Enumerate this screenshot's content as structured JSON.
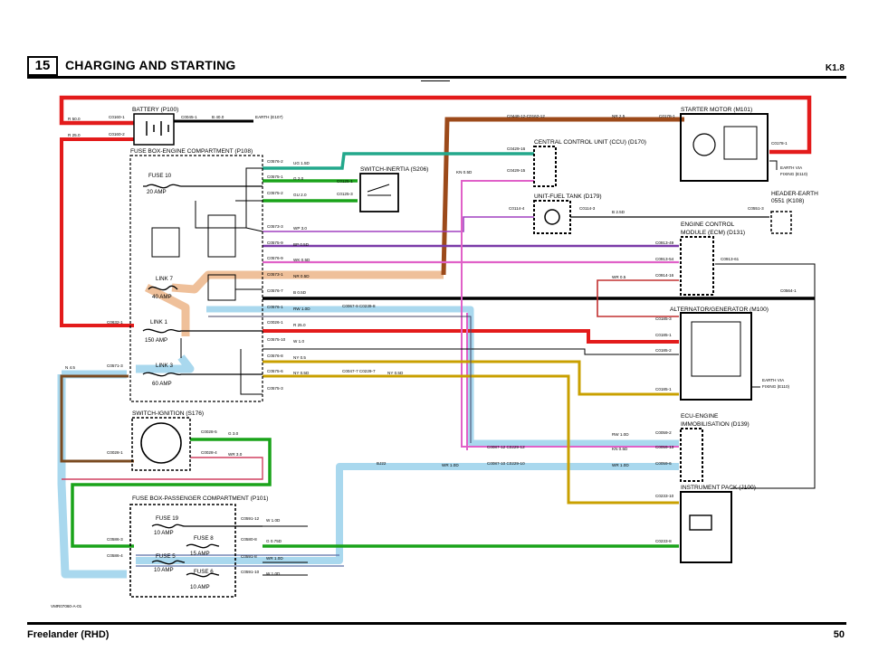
{
  "header": {
    "section_number": "15",
    "title": "CHARGING AND STARTING",
    "page_code": "K1.8"
  },
  "footer": {
    "model": "Freelander (RHD)",
    "page_number": "50"
  },
  "drawing_code": "VMR07060-A-01",
  "colors": {
    "red": "#e31b1b",
    "brown": "#9c4a1a",
    "green": "#1aa31a",
    "teal": "#23a88c",
    "purple": "#a040c0",
    "pink": "#e060c8",
    "orange_hl": "#efc09a",
    "blue_hl": "#a9d8ee",
    "yellow": "#e6b800",
    "black": "#000000"
  },
  "components": {
    "battery": "BATTERY (P100)",
    "fusebox_engine": "FUSE BOX-ENGINE COMPARTMENT (P108)",
    "switch_inertia": "SWITCH-INERTIA (S206)",
    "ccu": "CENTRAL CONTROL UNIT (CCU) (D170)",
    "fuel_tank": "UNIT-FUEL TANK (D179)",
    "starter": "STARTER MOTOR (M101)",
    "header_earth_1": "HEADER-EARTH",
    "header_earth_2": "0551 (K108)",
    "ecm_1": "ENGINE CONTROL",
    "ecm_2": "MODULE (ECM) (D131)",
    "alternator": "ALTERNATOR/GENERATOR (M100)",
    "switch_ignition": "SWITCH-IGNITION (S176)",
    "ecu_immob_1": "ECU-ENGINE",
    "ecu_immob_2": "IMMOBILISATION (D139)",
    "instrument": "INSTRUMENT PACK (J100)",
    "fusebox_passenger": "FUSE BOX-PASSENGER COMPARTMENT (P101)"
  },
  "fuses": {
    "fuse10": "FUSE 10",
    "fuse10_amp": "20 AMP",
    "link7": "LINK 7",
    "link7_amp": "40 AMP",
    "link1": "LINK 1",
    "link1_amp": "150 AMP",
    "link3": "LINK 3",
    "link3_amp": "60 AMP",
    "fuse19": "FUSE 19",
    "fuse19_amp": "10 AMP",
    "fuse8": "FUSE 8",
    "fuse8_amp": "15 AMP",
    "fuse5": "FUSE 5",
    "fuse5_amp": "10 AMP",
    "fuse6": "FUSE 6",
    "fuse6_amp": "10 AMP"
  },
  "earth_labels": {
    "earth_e107": "EARTH (E107)",
    "starter_earth_1": "EARTH VIA",
    "starter_earth_2": "FIXING (E110)",
    "alt_earth_1": "EARTH VIA",
    "alt_earth_2": "FIXING (E110)"
  },
  "connectors": {
    "c0160_1": "C0160-1",
    "c0160_2": "C0160-2",
    "c0045_1": "C0045-1",
    "c0576_2": "C0576-2",
    "c0575_1": "C0575-1",
    "c0575_2": "C0575-2",
    "c0125_1": "C0125-1",
    "c0125_3": "C0125-3",
    "c0573_3": "C0573-3",
    "c0575_9": "C0575-9",
    "c0576_9": "C0576-9",
    "c0573_1": "C0573-1",
    "c0576_7": "C0576-7",
    "c0576_1": "C0576-1",
    "c0026_1": "C0026-1",
    "c0575_10": "C0575-10",
    "c0576_8": "C0576-8",
    "c0575_6": "C0575-6",
    "c0575_3": "C0575-3",
    "c0632_1": "C0632-1",
    "c0571_3": "C0571-3",
    "c0448_1": "C0448-12-C0162-12",
    "c0178_1": "C0178-1",
    "c0178_2": "C0178-1",
    "c0429_16": "C0429-16",
    "c0429_15": "C0429-15",
    "c0114_4": "C0114-4",
    "c0114_3": "C0114-3",
    "c0551_3": "C0551-3",
    "c0913_49": "C0913-49",
    "c0913_54": "C0913-54",
    "c0913_61": "C0913-61",
    "c0914_16": "C0914-16",
    "c0564_1": "C0564-1",
    "c0067_9": "C0067-9 C0239-8",
    "c0185_3": "C0185-3",
    "c0185_1": "C0185-1",
    "c0185_2": "C0185-2",
    "c0185_1b": "C0185-1",
    "c0047_7": "C0047-7 C0229-7",
    "c0028_5": "C0028-5",
    "c0028_1": "C0028-1",
    "c0028_4": "C0028-4",
    "c0059_2": "C0059-2",
    "c0059_13": "C0059-13",
    "c0059_6": "C0059-6",
    "c0087_12": "C0087-12 C0229-12",
    "c0087_10": "C0087-10 C0229-10",
    "c0233_10": "C0233-10",
    "c0233_8": "C0233-8",
    "c0591_12": "C0591-12",
    "c0580_8": "C0580-8",
    "c0591_8": "C0591-8",
    "c0591_10": "C0591-10",
    "c0586_3": "C0586-3",
    "c0586_4": "C0586-4"
  },
  "wires": {
    "r_50": "R 50.0",
    "r_25": "R 25.0",
    "b_40": "B 40.0",
    "nr_25": "NR 2.5",
    "ug_15": "UG 1.5D",
    "g_20": "G 2.0",
    "gu_20": "GU 2.0",
    "kn_05": "KN 0.5D",
    "b_25": "B 2.5D",
    "wp_30": "WP 3.0",
    "bp_05": "BP 0.5D",
    "wk_05": "WK 0.5D",
    "nr_05": "NR 0.5D",
    "b_05": "B 0.5D",
    "wr_05": "WR 0.5",
    "rw_10": "RW 1.0D",
    "r_25b": "R 25.0",
    "w_10": "W 1.0",
    "ny_05": "NY 0.5",
    "ny_05b": "NY 0.5D",
    "ny_05c": "NY 0.5D",
    "na_5": "N 4.5",
    "g_30": "G 3.0",
    "wr_30": "WR 3.0",
    "rw_10b": "RW 1.0D",
    "kn_05b": "KN 0.5D",
    "wr_10": "WR 1.0D",
    "bj22": "BJ22",
    "wr_10b": "WR 1.0D",
    "w_10d": "W 1.0D",
    "g_075": "G 0.75D",
    "wr_10c": "WR 1.0D",
    "w_10e": "W 1.0D"
  }
}
